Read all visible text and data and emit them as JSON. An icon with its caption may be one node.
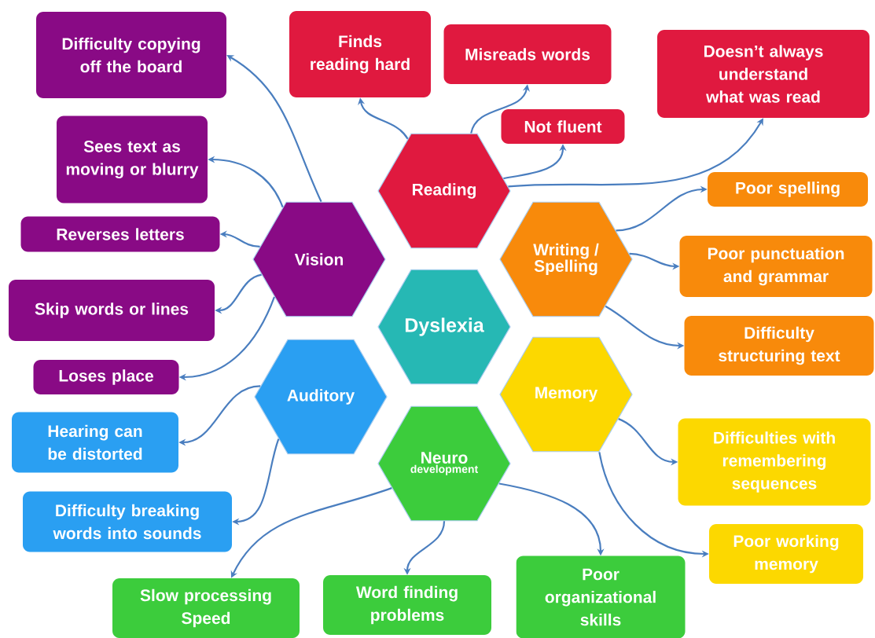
{
  "diagram": {
    "nodes": [
      {
        "text": [
          "Dyslexia"
        ]
      },
      {
        "text": [
          "Reading"
        ]
      },
      {
        "text": [
          "Writing / Spelling"
        ]
      },
      {
        "text": [
          "Memory"
        ]
      },
      {
        "text": [
          "Neuro",
          "development"
        ]
      },
      {
        "text": [
          "Auditory"
        ]
      },
      {
        "text": [
          "Vision"
        ]
      },
      {
        "text": [
          "Finds reading hard"
        ]
      },
      {
        "text": [
          "Misreads words"
        ]
      },
      {
        "text": [
          "Not fluent"
        ]
      },
      {
        "text": [
          "Doesn’t always understand what was read"
        ]
      },
      {
        "text": [
          "Poor spelling"
        ]
      },
      {
        "text": [
          "Poor punctuation and grammar"
        ]
      },
      {
        "text": [
          "Difficulty structuring text"
        ]
      },
      {
        "text": [
          "Difficulties with remembering sequences"
        ]
      },
      {
        "text": [
          "Poor working memory"
        ]
      },
      {
        "text": [
          "Slow processing Speed"
        ]
      },
      {
        "text": [
          "Word finding problems"
        ]
      },
      {
        "text": [
          "Poor organizational skills"
        ]
      },
      {
        "text": [
          "Hearing can be distorted"
        ]
      },
      {
        "text": [
          "Difficulty breaking words into sounds"
        ]
      },
      {
        "text": [
          "Difficulty copying off the board"
        ]
      },
      {
        "text": [
          "Sees text as moving or blurry"
        ]
      },
      {
        "text": [
          "Reverses letters"
        ]
      },
      {
        "text": [
          "Skip words or lines"
        ]
      },
      {
        "text": [
          "Loses place"
        ]
      }
    ],
    "edges": [
      {
        "from": 1,
        "to": 7,
        "arrow": "to"
      },
      {
        "from": 1,
        "to": 8,
        "arrow": "to"
      },
      {
        "from": 1,
        "to": 9,
        "arrow": "to"
      },
      {
        "from": 1,
        "to": 10,
        "arrow": "to"
      },
      {
        "from": 2,
        "to": 11,
        "arrow": "to"
      },
      {
        "from": 2,
        "to": 12,
        "arrow": "to"
      },
      {
        "from": 2,
        "to": 13,
        "arrow": "to"
      },
      {
        "from": 3,
        "to": 14,
        "arrow": "to"
      },
      {
        "from": 3,
        "to": 15,
        "arrow": "to"
      },
      {
        "from": 4,
        "to": 16,
        "arrow": "to"
      },
      {
        "from": 4,
        "to": 17,
        "arrow": "to"
      },
      {
        "from": 4,
        "to": 18,
        "arrow": "to"
      },
      {
        "from": 5,
        "to": 19,
        "arrow": "to"
      },
      {
        "from": 5,
        "to": 20,
        "arrow": "to"
      },
      {
        "from": 6,
        "to": 21,
        "arrow": "to"
      },
      {
        "from": 6,
        "to": 22,
        "arrow": "to"
      },
      {
        "from": 6,
        "to": 23,
        "arrow": "to"
      },
      {
        "from": 6,
        "to": 24,
        "arrow": "to"
      },
      {
        "from": 6,
        "to": 25,
        "arrow": "to"
      }
    ]
  }
}
